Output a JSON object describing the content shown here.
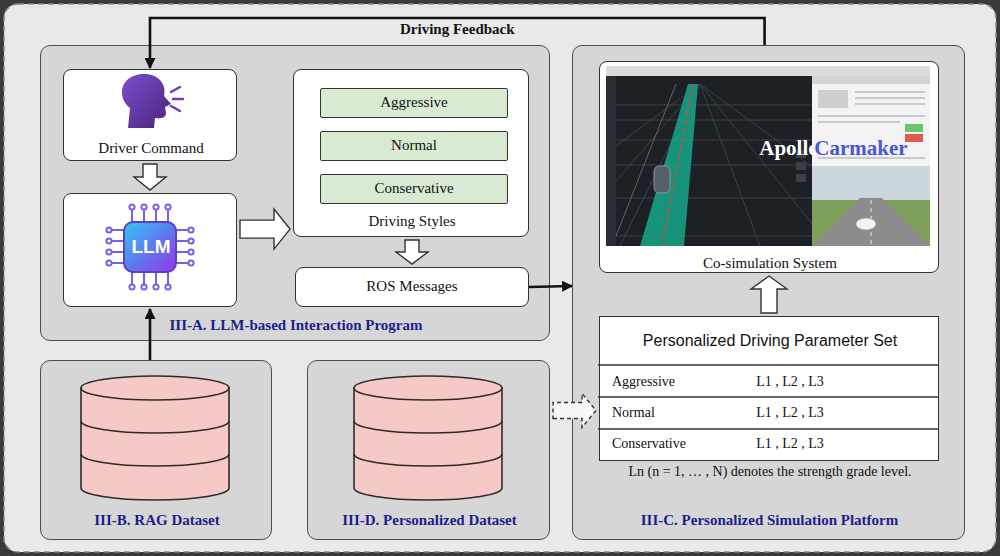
{
  "diagram": {
    "nodes": [
      {
        "text": [
          "III-A. LLM-based Interaction Program"
        ]
      },
      {
        "text": [
          "Driver Command"
        ],
        "in": 0
      },
      {
        "text": [
          "LLM"
        ],
        "in": 0
      },
      {
        "text": [
          "Driving Styles"
        ],
        "in": 0
      },
      {
        "text": [
          "Aggressive"
        ],
        "in": 3
      },
      {
        "text": [
          "Normal"
        ],
        "in": 3
      },
      {
        "text": [
          "Conservative"
        ],
        "in": 3
      },
      {
        "text": [
          "ROS Messages"
        ],
        "in": 0
      },
      {
        "text": [
          "III-B. RAG Dataset"
        ]
      },
      {
        "text": [
          "III-D. Personalized Dataset"
        ]
      },
      {
        "text": [
          "III-C. Personalized Simulation Platform"
        ]
      },
      {
        "text": [
          "Apollo",
          "Carmaker",
          "Co-simulation System"
        ],
        "in": 10
      },
      {
        "text": [
          "Personalized Driving Parameter Set"
        ],
        "in": 10
      }
    ],
    "edges": [
      {
        "from": 1,
        "to": 2,
        "arrow": "to"
      },
      {
        "from": 2,
        "to": 3,
        "arrow": "to"
      },
      {
        "from": 3,
        "to": 7,
        "arrow": "to"
      },
      {
        "from": 7,
        "to": 10,
        "arrow": "to"
      },
      {
        "from": 10,
        "to": 1,
        "label": "Driving Feedback",
        "arrow": "to"
      },
      {
        "from": 8,
        "to": 2,
        "arrow": "to"
      },
      {
        "from": 9,
        "to": 12,
        "arrow": "to"
      },
      {
        "from": 12,
        "to": 11,
        "arrow": "to"
      }
    ],
    "labels": [
      "Aggressive",
      "L1 , L2 , L3",
      "Normal",
      "L1 , L2 , L3",
      "Conservative",
      "L1 , L2 , L3",
      "Ln (n = 1, … , N) denotes the strength grade level."
    ]
  }
}
